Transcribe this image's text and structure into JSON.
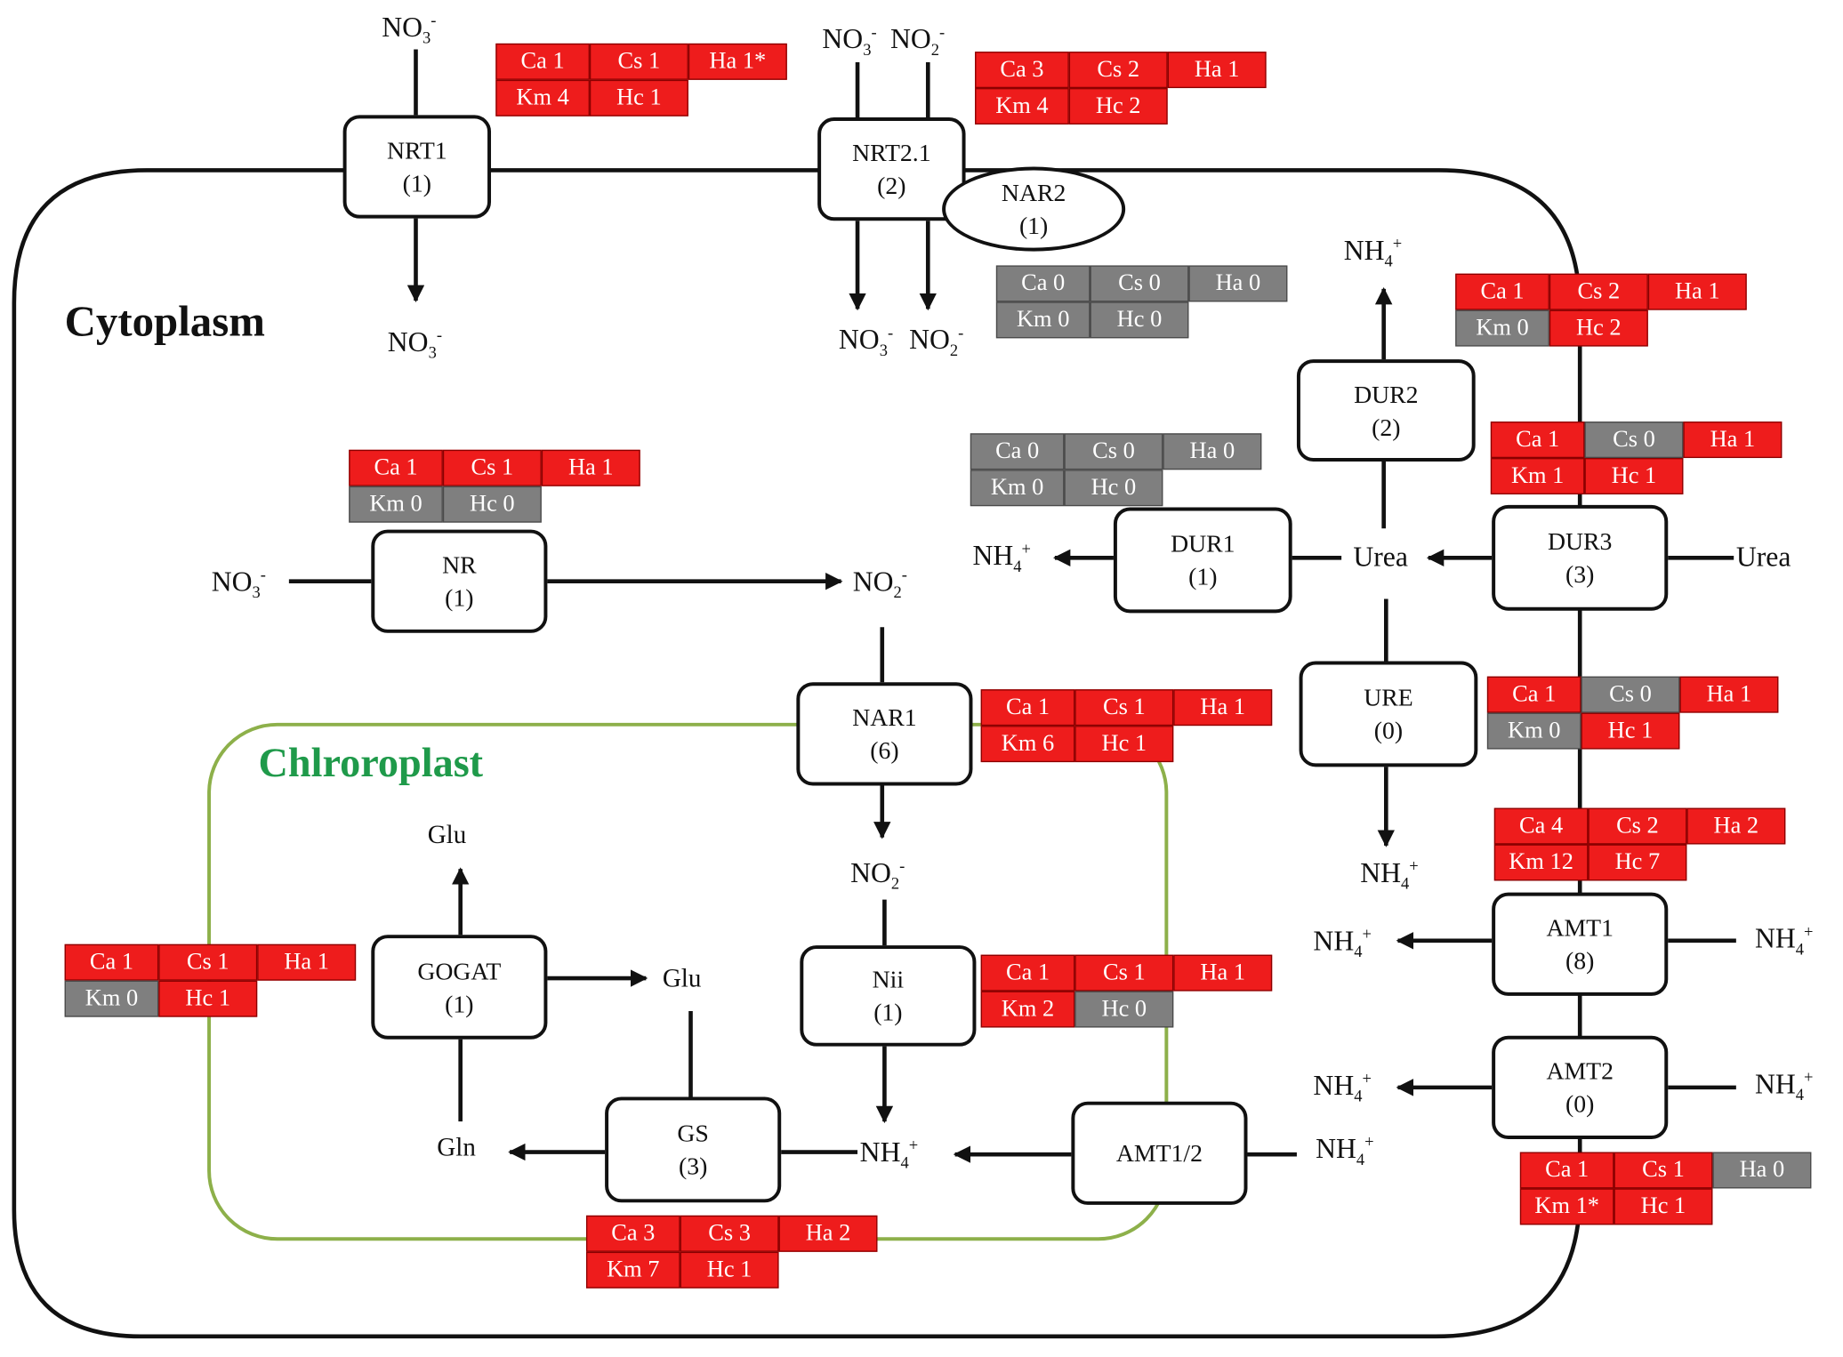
{
  "colors": {
    "red": "#ee1c1c",
    "gray": "#7f7f7f",
    "chloroplast": "#8db04a",
    "chloroplast_title": "#1f9a4a",
    "line": "#111111"
  },
  "compartments": {
    "cytoplasm": "Cytoplasm",
    "chloroplast": "Chlroroplast"
  },
  "boxes": {
    "nrt1": {
      "name": "NRT1",
      "count": "(1)"
    },
    "nrt21": {
      "name": "NRT2.1",
      "count": "(2)"
    },
    "nar2": {
      "name": "NAR2",
      "count": "(1)"
    },
    "nr": {
      "name": "NR",
      "count": "(1)"
    },
    "nar1": {
      "name": "NAR1",
      "count": "(6)"
    },
    "nii": {
      "name": "Nii",
      "count": "(1)"
    },
    "gogat": {
      "name": "GOGAT",
      "count": "(1)"
    },
    "gs": {
      "name": "GS",
      "count": "(3)"
    },
    "amt12": {
      "name": "AMT1/2",
      "count": ""
    },
    "dur1": {
      "name": "DUR1",
      "count": "(1)"
    },
    "dur2": {
      "name": "DUR2",
      "count": "(2)"
    },
    "dur3": {
      "name": "DUR3",
      "count": "(3)"
    },
    "ure": {
      "name": "URE",
      "count": "(0)"
    },
    "amt1": {
      "name": "AMT1",
      "count": "(8)"
    },
    "amt2": {
      "name": "AMT2",
      "count": "(0)"
    }
  },
  "metabolites": {
    "no3_base": "NO",
    "no3_sub": "3",
    "no3_sup": "-",
    "no2_base": "NO",
    "no2_sub": "2",
    "no2_sup": "-",
    "nh4_base": "NH",
    "nh4_sub": "4",
    "nh4_sup": "+",
    "urea": "Urea",
    "glu": "Glu",
    "gln": "Gln"
  },
  "tag_groups": {
    "nrt1": [
      [
        "Ca 1",
        "Cs 1",
        "Ha 1*"
      ],
      [
        "Km 4",
        "Hc 1"
      ]
    ],
    "nrt21": [
      [
        "Ca 3",
        "Cs 2",
        "Ha 1"
      ],
      [
        "Km 4",
        "Hc 2"
      ]
    ],
    "nar2": [
      [
        "Ca 0",
        "Cs 0",
        "Ha 0"
      ],
      [
        "Km 0",
        "Hc 0"
      ]
    ],
    "dur2": [
      [
        "Ca 1",
        "Cs 2",
        "Ha 1"
      ],
      [
        "Km 0",
        "Hc 2"
      ]
    ],
    "dur3": [
      [
        "Ca 1",
        "Cs 0",
        "Ha 1"
      ],
      [
        "Km 1",
        "Hc 1"
      ]
    ],
    "dur1": [
      [
        "Ca 0",
        "Cs 0",
        "Ha 0"
      ],
      [
        "Km 0",
        "Hc 0"
      ]
    ],
    "nr": [
      [
        "Ca 1",
        "Cs 1",
        "Ha 1"
      ],
      [
        "Km 0",
        "Hc 0"
      ]
    ],
    "nar1": [
      [
        "Ca 1",
        "Cs 1",
        "Ha 1"
      ],
      [
        "Km 6",
        "Hc 1"
      ]
    ],
    "ure": [
      [
        "Ca 1",
        "Cs 0",
        "Ha 1"
      ],
      [
        "Km 0",
        "Hc 1"
      ]
    ],
    "amt1": [
      [
        "Ca 4",
        "Cs 2",
        "Ha 2"
      ],
      [
        "Km 12",
        "Hc 7"
      ]
    ],
    "gogat": [
      [
        "Ca 1",
        "Cs 1",
        "Ha 1"
      ],
      [
        "Km 0",
        "Hc 1"
      ]
    ],
    "nii": [
      [
        "Ca 1",
        "Cs 1",
        "Ha 1"
      ],
      [
        "Km 2",
        "Hc 0"
      ]
    ],
    "gs": [
      [
        "Ca 3",
        "Cs 3",
        "Ha 2"
      ],
      [
        "Km 7",
        "Hc 1"
      ]
    ],
    "amt2": [
      [
        "Ca 1",
        "Cs 1",
        "Ha 0"
      ],
      [
        "Km 1*",
        "Hc 1"
      ]
    ]
  }
}
